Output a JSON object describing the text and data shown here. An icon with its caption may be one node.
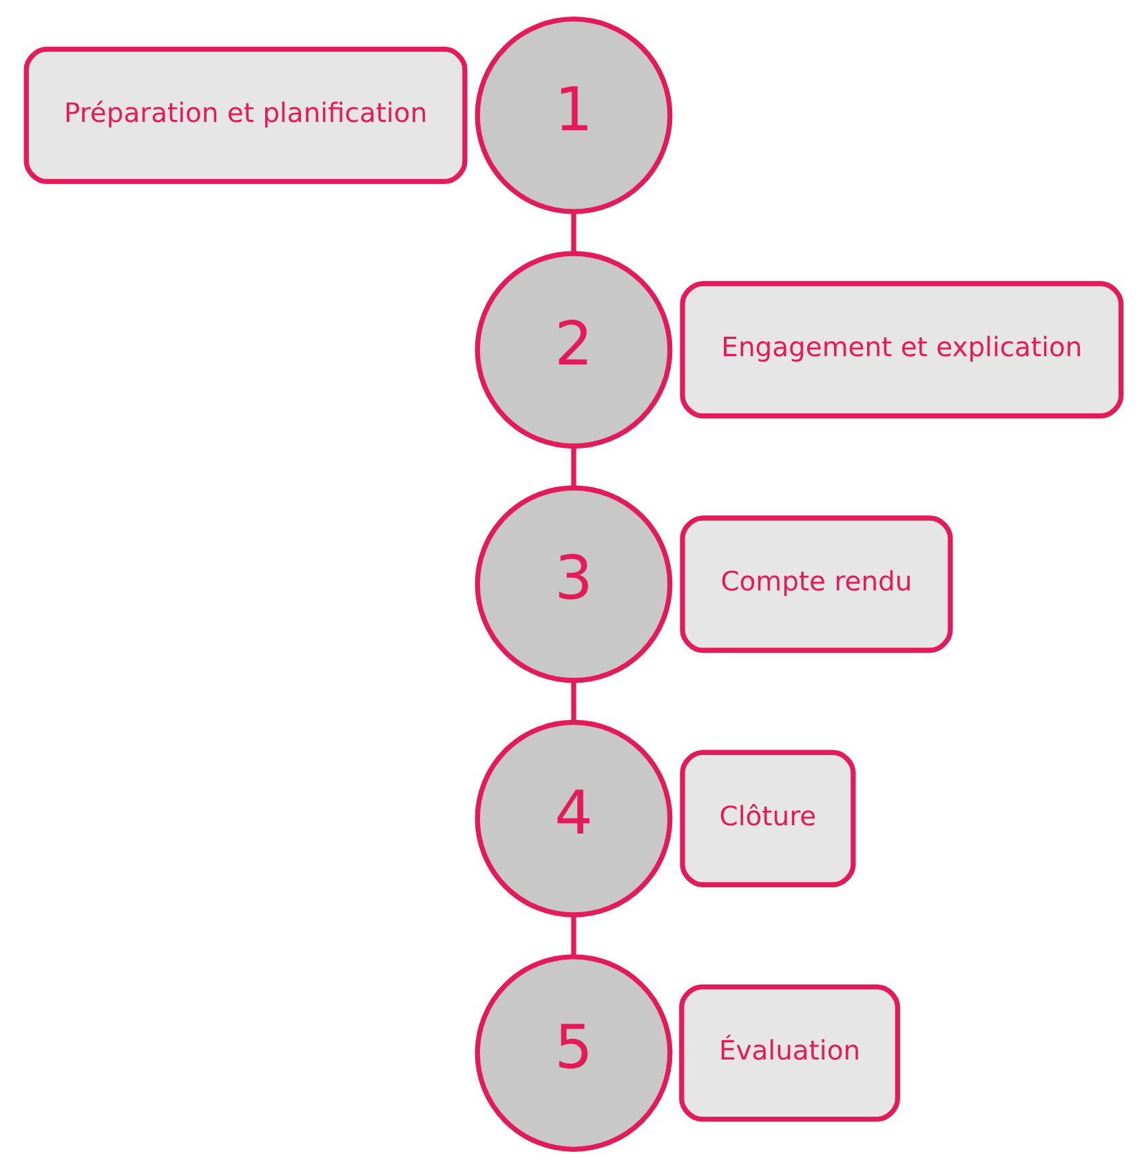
{
  "diagram": {
    "nodes": [
      {
        "text": [
          "Préparation et planification"
        ]
      },
      {
        "text": [
          "1"
        ]
      },
      {
        "text": [
          "2"
        ]
      },
      {
        "text": [
          "Engagement et explication"
        ]
      },
      {
        "text": [
          "Compte rendu"
        ]
      },
      {
        "text": [
          "3"
        ]
      },
      {
        "text": [
          "4"
        ]
      },
      {
        "text": [
          "Clôture"
        ]
      },
      {
        "text": [
          "Évaluation"
        ]
      },
      {
        "text": [
          "5"
        ]
      }
    ],
    "edges": [
      {
        "from": 1,
        "to": 2,
        "arrow": "none"
      },
      {
        "from": 2,
        "to": 5,
        "arrow": "none"
      },
      {
        "from": 5,
        "to": 6,
        "arrow": "none"
      },
      {
        "from": 6,
        "to": 9,
        "arrow": "none"
      }
    ]
  }
}
